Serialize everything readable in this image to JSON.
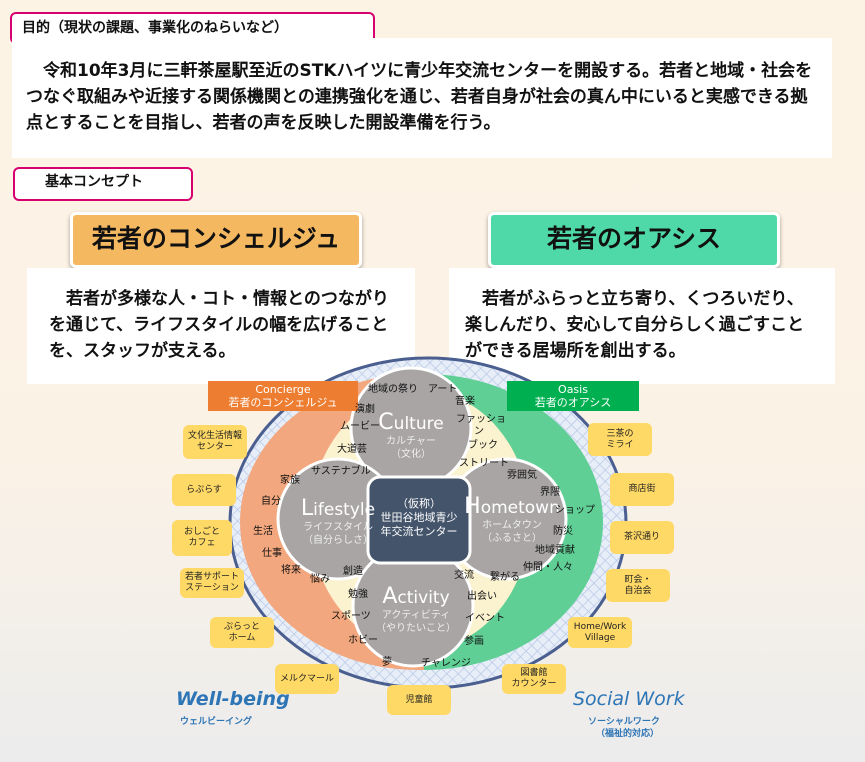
{
  "purpose": {
    "label": "目的（現状の課題、事業化のねらいなど）",
    "text": "　令和10年3月に三軒茶屋駅至近のSTKハイツに青少年交流センターを開設する。若者と地域・社会をつなぐ取組みや近接する関係機関との連携強化を通じ、若者自身が社会の真ん中にいると実感できる拠点とすることを目指し、若者の声を反映した開設準備を行う。"
  },
  "concept": {
    "label": "基本コンセプト",
    "left": {
      "title": "若者のコンシェルジュ",
      "text": "　若者が多様な人・コト・情報とのつながりを通じて、ライフスタイルの幅を広げることを、スタッフが支える。",
      "color": "#f4b860"
    },
    "right": {
      "title": "若者のオアシス",
      "text": "　若者がふらっと立ち寄り、くつろいだり、楽しんだり、安心して自分らしく過ごすことができる居場所を創出する。",
      "color": "#4fd8a8"
    }
  },
  "diagram": {
    "concierge": {
      "en": "Concierge",
      "ja": "若者のコンシェルジュ",
      "color": "#ed7d31"
    },
    "oasis": {
      "en": "Oasis",
      "ja": "若者のオアシス",
      "color": "#00b050"
    },
    "center": {
      "line1": "（仮称）",
      "line2": "世田谷地域青少",
      "line3": "年交流センター"
    },
    "circles": [
      {
        "initial": "C",
        "rest": "ulture",
        "ja": "カルチャー",
        "sub": "（文化）"
      },
      {
        "initial": "L",
        "rest": "ifestyle",
        "ja": "ライフスタイル",
        "sub": "（自分らしさ）"
      },
      {
        "initial": "H",
        "rest": "ometown",
        "ja": "ホームタウン",
        "sub": "（ふるさと）"
      },
      {
        "initial": "A",
        "rest": "ctivity",
        "ja": "アクティビティ",
        "sub": "（やりたいこと）"
      }
    ],
    "keywords": [
      "地域の祭り",
      "アート",
      "演劇",
      "音楽",
      "ムービー",
      "ファッショ",
      "ン",
      "ブック",
      "大道芸",
      "サステナブル",
      "ストリート",
      "家族",
      "自分",
      "雰囲気",
      "界隈",
      "ショップ",
      "防災",
      "地域貢献",
      "仲間・人々",
      "生活",
      "仕事",
      "将来",
      "悩み",
      "創造",
      "交流",
      "繋がる",
      "勉強",
      "出会い",
      "スポーツ",
      "イベント",
      "ホビー",
      "参画",
      "夢",
      "チャレンジ"
    ],
    "orgs": [
      "文化生活情報\nセンター",
      "らぷらす",
      "おしごと\nカフェ",
      "若者サポート\nステーション",
      "ぷらっと\nホーム",
      "メルクマール",
      "児童館",
      "図書館\nカウンター",
      "Home/Work\nVillage",
      "町会・\n自治会",
      "茶沢通り",
      "商店街",
      "三茶の\nミライ"
    ],
    "wellbeing": {
      "en": "Well-being",
      "ja": "ウェルビーイング"
    },
    "socialwork": {
      "en": "Social Work",
      "ja": "ソーシャルワーク",
      "sub": "（福祉的対応）"
    },
    "accent": "#2e75b6"
  }
}
